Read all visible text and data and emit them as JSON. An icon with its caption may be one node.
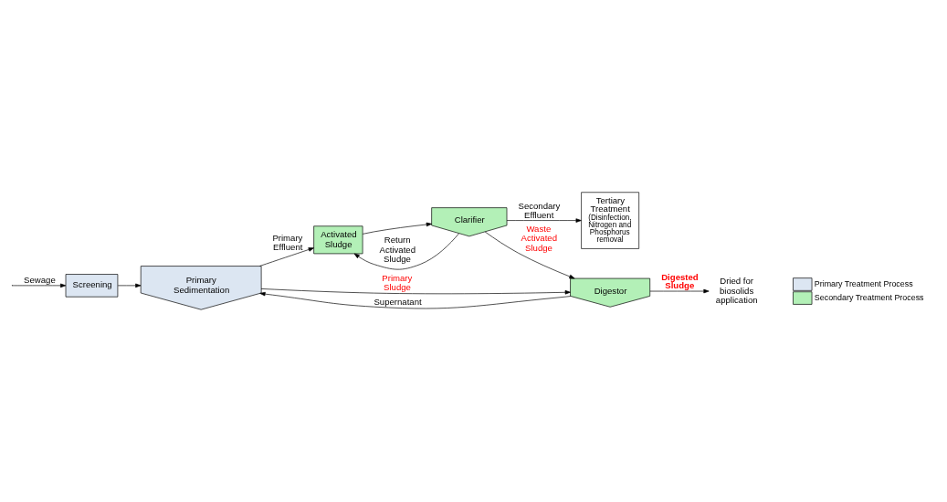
{
  "diagram": {
    "nodes": [
      {
        "text": [
          "Screening"
        ]
      },
      {
        "text": [
          "Primary Sedimentation"
        ]
      },
      {
        "text": [
          "Activated Sludge"
        ]
      },
      {
        "text": [
          "Clarifier"
        ]
      },
      {
        "text": [
          "Tertiary Treatment",
          "(Disinfection, Nitrogen and Phosphorus removal"
        ]
      },
      {
        "text": [
          "Digestor"
        ]
      },
      {
        "text": [
          "Dried for biosolids application"
        ]
      }
    ],
    "edges": [
      {
        "from": null,
        "to": 0,
        "arrow": "to",
        "label": "Sewage"
      },
      {
        "from": 0,
        "to": 1,
        "arrow": "to"
      },
      {
        "from": 1,
        "to": 2,
        "arrow": "to",
        "label": "Primary Effluent"
      },
      {
        "from": 2,
        "to": 3,
        "arrow": "to"
      },
      {
        "from": 3,
        "to": 4,
        "arrow": "to",
        "label": "Secondary Effluent"
      },
      {
        "from": 3,
        "to": 2,
        "arrow": "to",
        "label": "Return Activated Sludge"
      },
      {
        "from": 3,
        "to": 5,
        "arrow": "to",
        "label": "Waste Activated Sludge"
      },
      {
        "from": 1,
        "to": 5,
        "arrow": "to",
        "label": "Primary Sludge"
      },
      {
        "from": 5,
        "to": 1,
        "arrow": "to",
        "label": "Supernatant"
      },
      {
        "from": 5,
        "to": 6,
        "arrow": "to",
        "label": "Digested Sludge"
      }
    ],
    "legend": [
      {
        "text": "Primary Treatment Process",
        "color": "#dce6f2"
      },
      {
        "text": "Secondary Treatment Process",
        "color": "#b3f0b7"
      }
    ]
  }
}
